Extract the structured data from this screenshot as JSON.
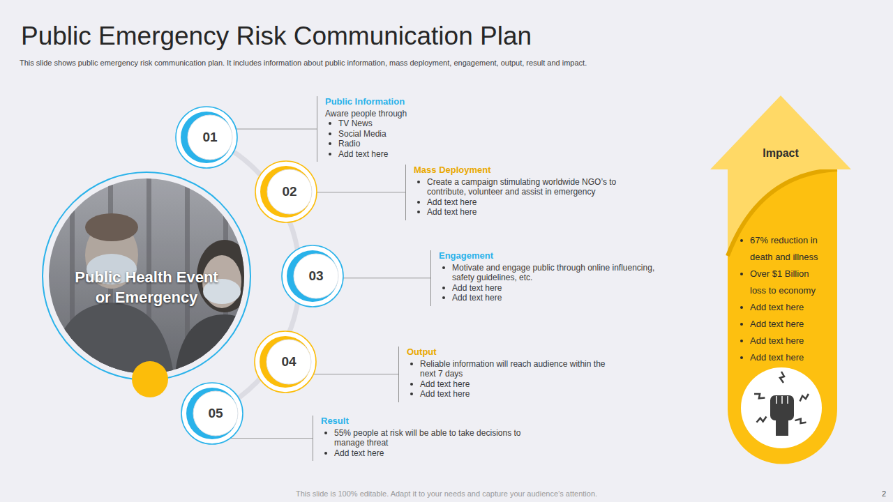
{
  "diagram": {
    "title": "Public Emergency Risk Communication Plan",
    "caption": "This slide shows public emergency risk communication plan. It includes information about public information, mass deployment, engagement, output, result and impact.",
    "nodes": [
      {
        "text": [
          "Public Health Event or Emergency"
        ]
      },
      {
        "text": [
          "01"
        ]
      },
      {
        "text": [
          "Public Information",
          "Aware people through",
          "TV News",
          "Social Media",
          "Radio",
          "Add text here"
        ]
      },
      {
        "text": [
          "02"
        ]
      },
      {
        "text": [
          "Mass Deployment",
          "Create a campaign stimulating worldwide NGO’s to contribute, volunteer and assist in emergency",
          "Add text here",
          "Add text here"
        ]
      },
      {
        "text": [
          "03"
        ]
      },
      {
        "text": [
          "Engagement",
          "Motivate and engage public through online influencing, safety guidelines, etc.",
          "Add text here",
          "Add text here"
        ]
      },
      {
        "text": [
          "04"
        ]
      },
      {
        "text": [
          "Output",
          "Reliable information will reach audience within the next 7 days",
          "Add text here",
          "Add text here"
        ]
      },
      {
        "text": [
          "05"
        ]
      },
      {
        "text": [
          "Result",
          "55% people at risk will be able to take decisions to manage threat",
          "Add text here"
        ]
      },
      {
        "text": [
          "Impact",
          "67% reduction in death and illness",
          "Over $1 Billion loss to economy",
          "Add text here",
          "Add text here",
          "Add text here",
          "Add text here"
        ]
      }
    ],
    "edges": [
      {
        "from": 1,
        "to": 2,
        "arrow": "none"
      },
      {
        "from": 3,
        "to": 4,
        "arrow": "none"
      },
      {
        "from": 5,
        "to": 6,
        "arrow": "none"
      },
      {
        "from": 7,
        "to": 8,
        "arrow": "none"
      },
      {
        "from": 9,
        "to": 10,
        "arrow": "none"
      }
    ],
    "labels": [
      "This slide is 100% editable. Adapt it to your needs and capture your audience’s attention.",
      "2"
    ]
  }
}
